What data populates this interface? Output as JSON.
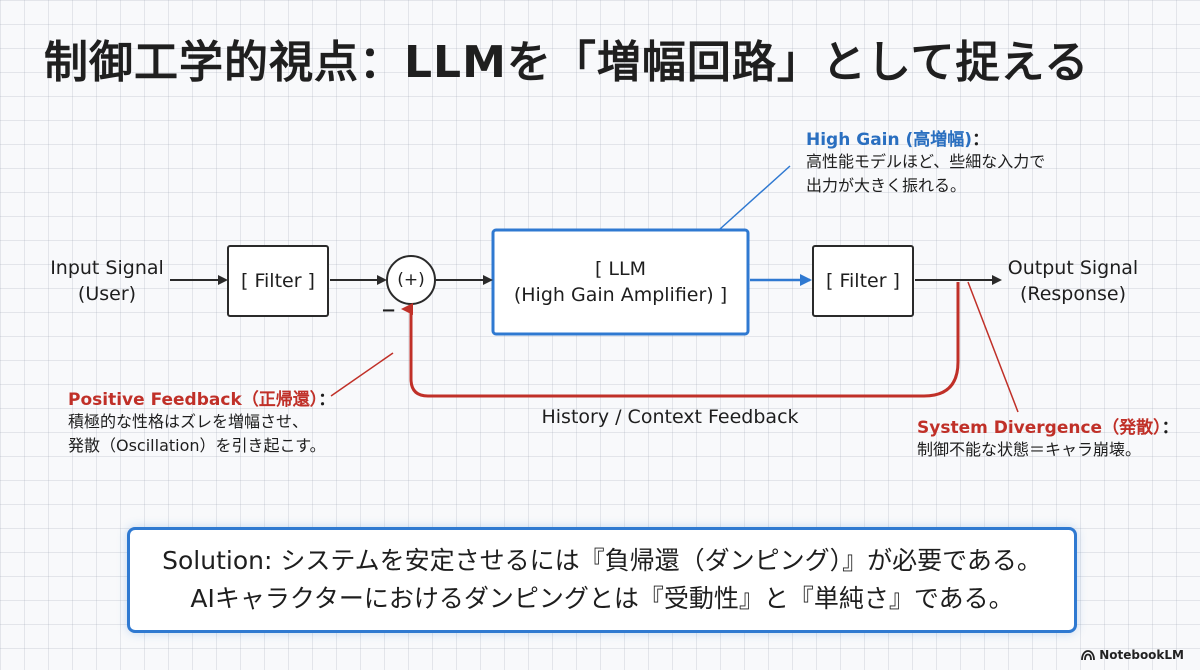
{
  "title": "制御工学的視点：LLMを「増幅回路」として捉える",
  "diagram": {
    "input_label": [
      "Input Signal",
      "(User)"
    ],
    "filter1_label": "[ Filter ]",
    "sum_label": "(+)",
    "minus_sign": "−",
    "llm_label": [
      "[ LLM",
      "(High Gain Amplifier) ]"
    ],
    "filter2_label": "[ Filter ]",
    "output_label": [
      "Output Signal",
      "(Response)"
    ],
    "feedback_label": "History / Context Feedback"
  },
  "annotations": {
    "high_gain": {
      "heading": "High Gain (高増幅)",
      "colon": "：",
      "lines": [
        "高性能モデルほど、些細な入力で",
        "出力が大きく振れる。"
      ]
    },
    "positive_feedback": {
      "heading": "Positive Feedback（正帰還）",
      "colon": "：",
      "lines": [
        "積極的な性格はズレを増幅させ、",
        "発散（Oscillation）を引き起こす。"
      ]
    },
    "divergence": {
      "heading": "System Divergence（発散）",
      "colon": "：",
      "lines": [
        "制御不能な状態＝キャラ崩壊。"
      ]
    }
  },
  "solution": {
    "line1": "Solution: システムを安定させるには『負帰還（ダンピング）』が必要である。",
    "line2": "AIキャラクターにおけるダンピングとは『受動性』と『単純さ』である。"
  },
  "brand": "NotebookLM",
  "colors": {
    "accent_blue": "#2f79d1",
    "accent_red": "#c03028",
    "text": "#1e1e1e"
  }
}
